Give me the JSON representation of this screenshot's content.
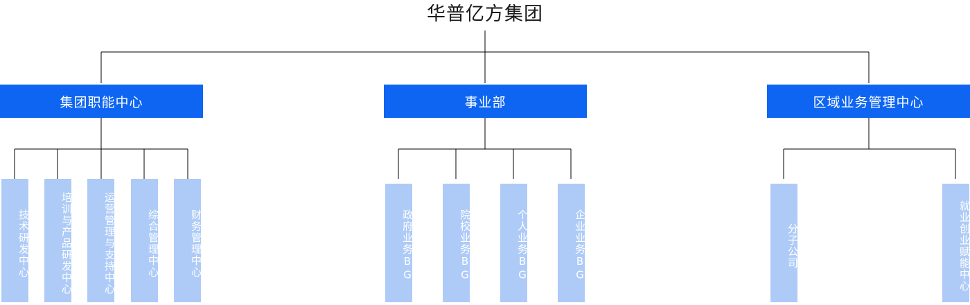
{
  "chart_data": {
    "type": "diagram",
    "title": "华普亿方集团",
    "diagram_kind": "organization-chart",
    "colors": {
      "level2_fill": "#0d65f2",
      "level2_text": "#ffffff",
      "level3_fill": "#aecbf7",
      "level3_text": "#ffffff",
      "connector": "#000000",
      "background": "#ffffff",
      "title_text": "#1a1a1a"
    },
    "levels": 3,
    "nodes": [
      {
        "id": "root",
        "label": "华普亿方集团",
        "level": 1,
        "children": [
          "g1",
          "g2",
          "g3"
        ]
      },
      {
        "id": "g1",
        "label": "集团职能中心",
        "level": 2,
        "children": [
          "g1c1",
          "g1c2",
          "g1c3",
          "g1c4",
          "g1c5"
        ]
      },
      {
        "id": "g2",
        "label": "事业部",
        "level": 2,
        "children": [
          "g2c1",
          "g2c2",
          "g2c3",
          "g2c4"
        ]
      },
      {
        "id": "g3",
        "label": "区域业务管理中心",
        "level": 2,
        "children": [
          "g3c1",
          "g3c2"
        ]
      },
      {
        "id": "g1c1",
        "label": "技术研发中心",
        "level": 3,
        "parent": "g1"
      },
      {
        "id": "g1c2",
        "label": "培训与产品研发中心",
        "level": 3,
        "parent": "g1"
      },
      {
        "id": "g1c3",
        "label": "运营管理与支持中心",
        "level": 3,
        "parent": "g1"
      },
      {
        "id": "g1c4",
        "label": "综合管理中心",
        "level": 3,
        "parent": "g1"
      },
      {
        "id": "g1c5",
        "label": "财务管理中心",
        "level": 3,
        "parent": "g1"
      },
      {
        "id": "g2c1",
        "label": "政府业务BG",
        "level": 3,
        "parent": "g2"
      },
      {
        "id": "g2c2",
        "label": "院校业务BG",
        "level": 3,
        "parent": "g2"
      },
      {
        "id": "g2c3",
        "label": "个人业务BG",
        "level": 3,
        "parent": "g2"
      },
      {
        "id": "g2c4",
        "label": "企业业务BG",
        "level": 3,
        "parent": "g2"
      },
      {
        "id": "g3c1",
        "label": "分子公司",
        "level": 3,
        "parent": "g3"
      },
      {
        "id": "g3c2",
        "label": "就业创业赋能中心",
        "level": 3,
        "parent": "g3"
      }
    ]
  },
  "title": {
    "text": "华普亿方集团"
  },
  "level2": {
    "group1": {
      "label": "集团职能中心"
    },
    "group2": {
      "label": "事业部"
    },
    "group3": {
      "label": "区域业务管理中心"
    }
  },
  "level3": {
    "group1": [
      {
        "label": "技术研发中心"
      },
      {
        "label": "培训与产品研发中心"
      },
      {
        "label": "运营管理与支持中心"
      },
      {
        "label": "综合管理中心"
      },
      {
        "label": "财务管理中心"
      }
    ],
    "group2": [
      {
        "label": "政府业务BG"
      },
      {
        "label": "院校业务BG"
      },
      {
        "label": "个人业务BG"
      },
      {
        "label": "企业业务BG"
      }
    ],
    "group3": [
      {
        "label": "分子公司"
      },
      {
        "label": "就业创业赋能中心"
      }
    ]
  }
}
